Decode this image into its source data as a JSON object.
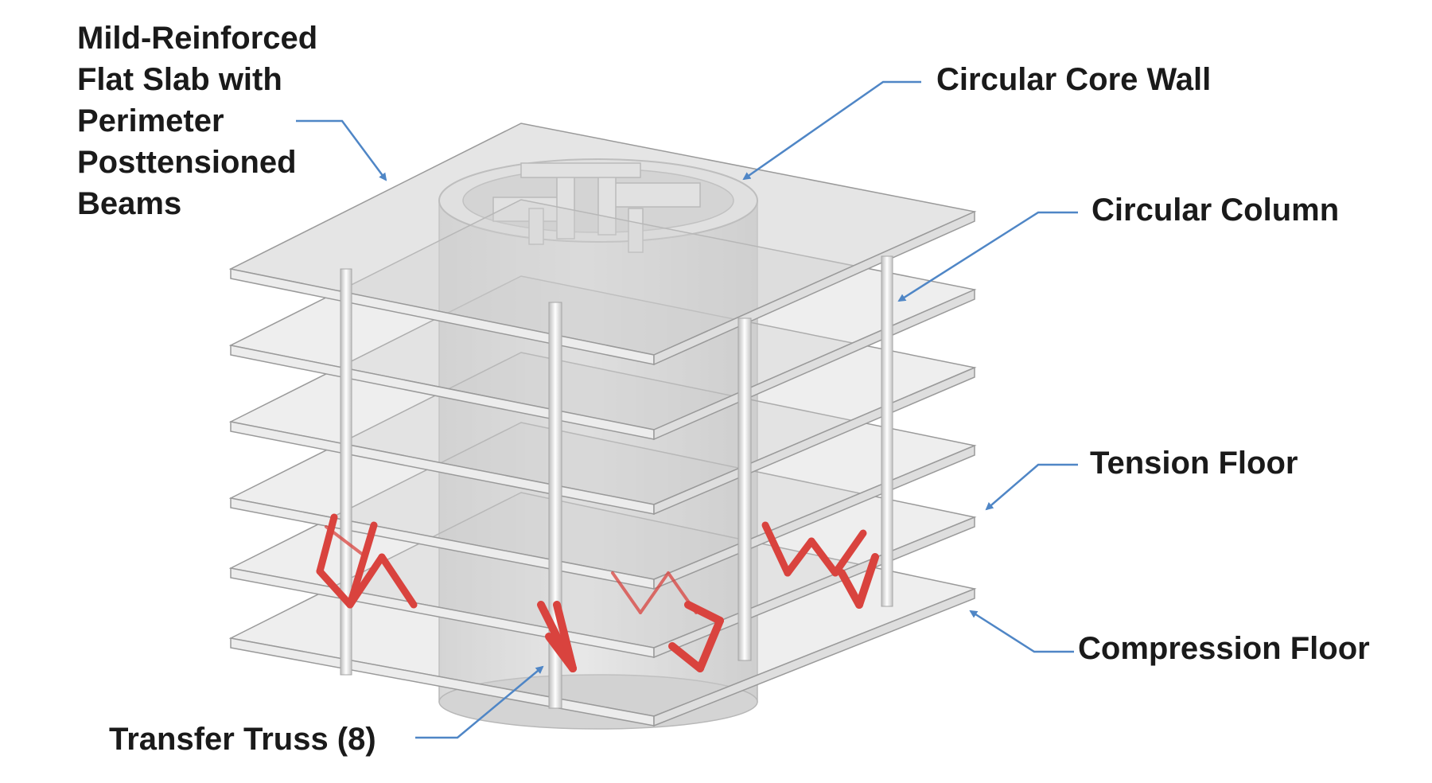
{
  "labels": {
    "slab": [
      "Mild-Reinforced",
      "Flat Slab with",
      "Perimeter",
      "Posttensioned",
      "Beams"
    ],
    "core_wall": "Circular Core Wall",
    "column": "Circular Column",
    "tension_floor": "Tension Floor",
    "compression_floor": "Compression Floor",
    "transfer_truss": "Transfer Truss (8)"
  },
  "colors": {
    "leader_line": "#4f86c6",
    "truss": "#d9433e",
    "slab_edge": "#9a9a9a",
    "slab_fill": "#cfcfcf",
    "core": "#e6e6e6",
    "column": "#f2f2f2"
  },
  "floor_count": 6
}
